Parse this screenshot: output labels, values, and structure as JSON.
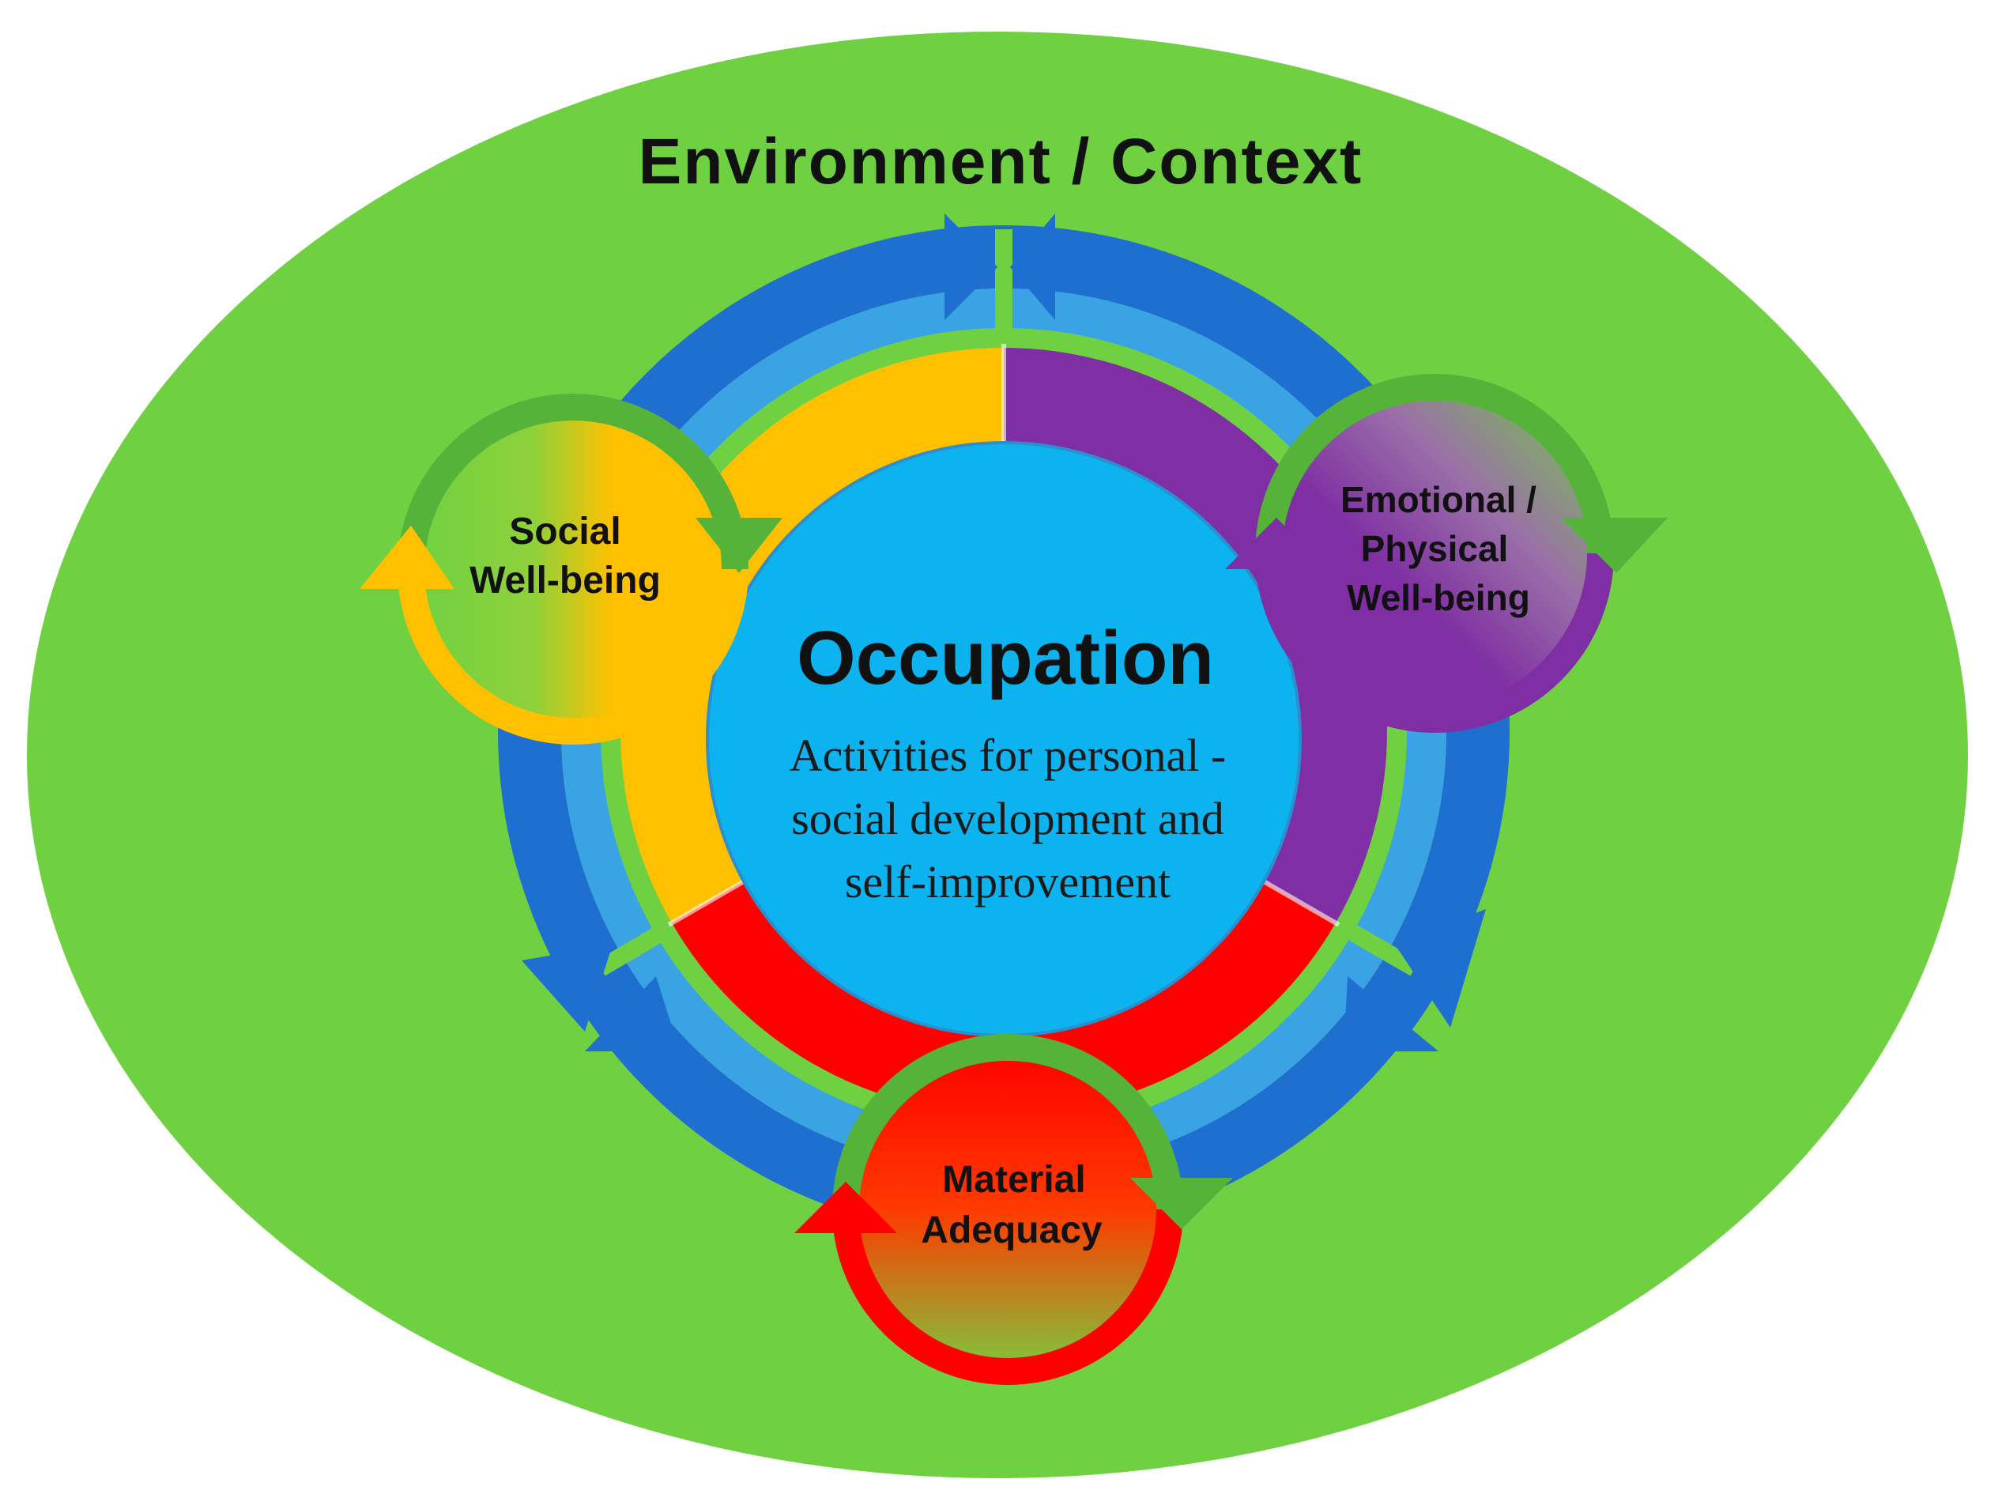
{
  "diagram": {
    "title": "Environment / Context",
    "center": {
      "title": "Occupation",
      "description_lines": [
        "Activities for personal -",
        "social development and",
        "self-improvement"
      ]
    },
    "nodes": {
      "social": {
        "lines": [
          "Social",
          "Well-being"
        ]
      },
      "emotional": {
        "lines": [
          "Emotional /",
          "Physical",
          "Well-being"
        ]
      },
      "material": {
        "lines": [
          "Material",
          "Adequacy"
        ]
      }
    }
  },
  "colors": {
    "environment": "#6fd142",
    "cycle_arrows": "#1e6fd0",
    "cycle_inner": "#3aa3e4",
    "center": "#0cb3ef",
    "social": "#ffc000",
    "emotional": "#7f2fa3",
    "material": "#ff0000",
    "node_arrow": "#56b33a"
  }
}
